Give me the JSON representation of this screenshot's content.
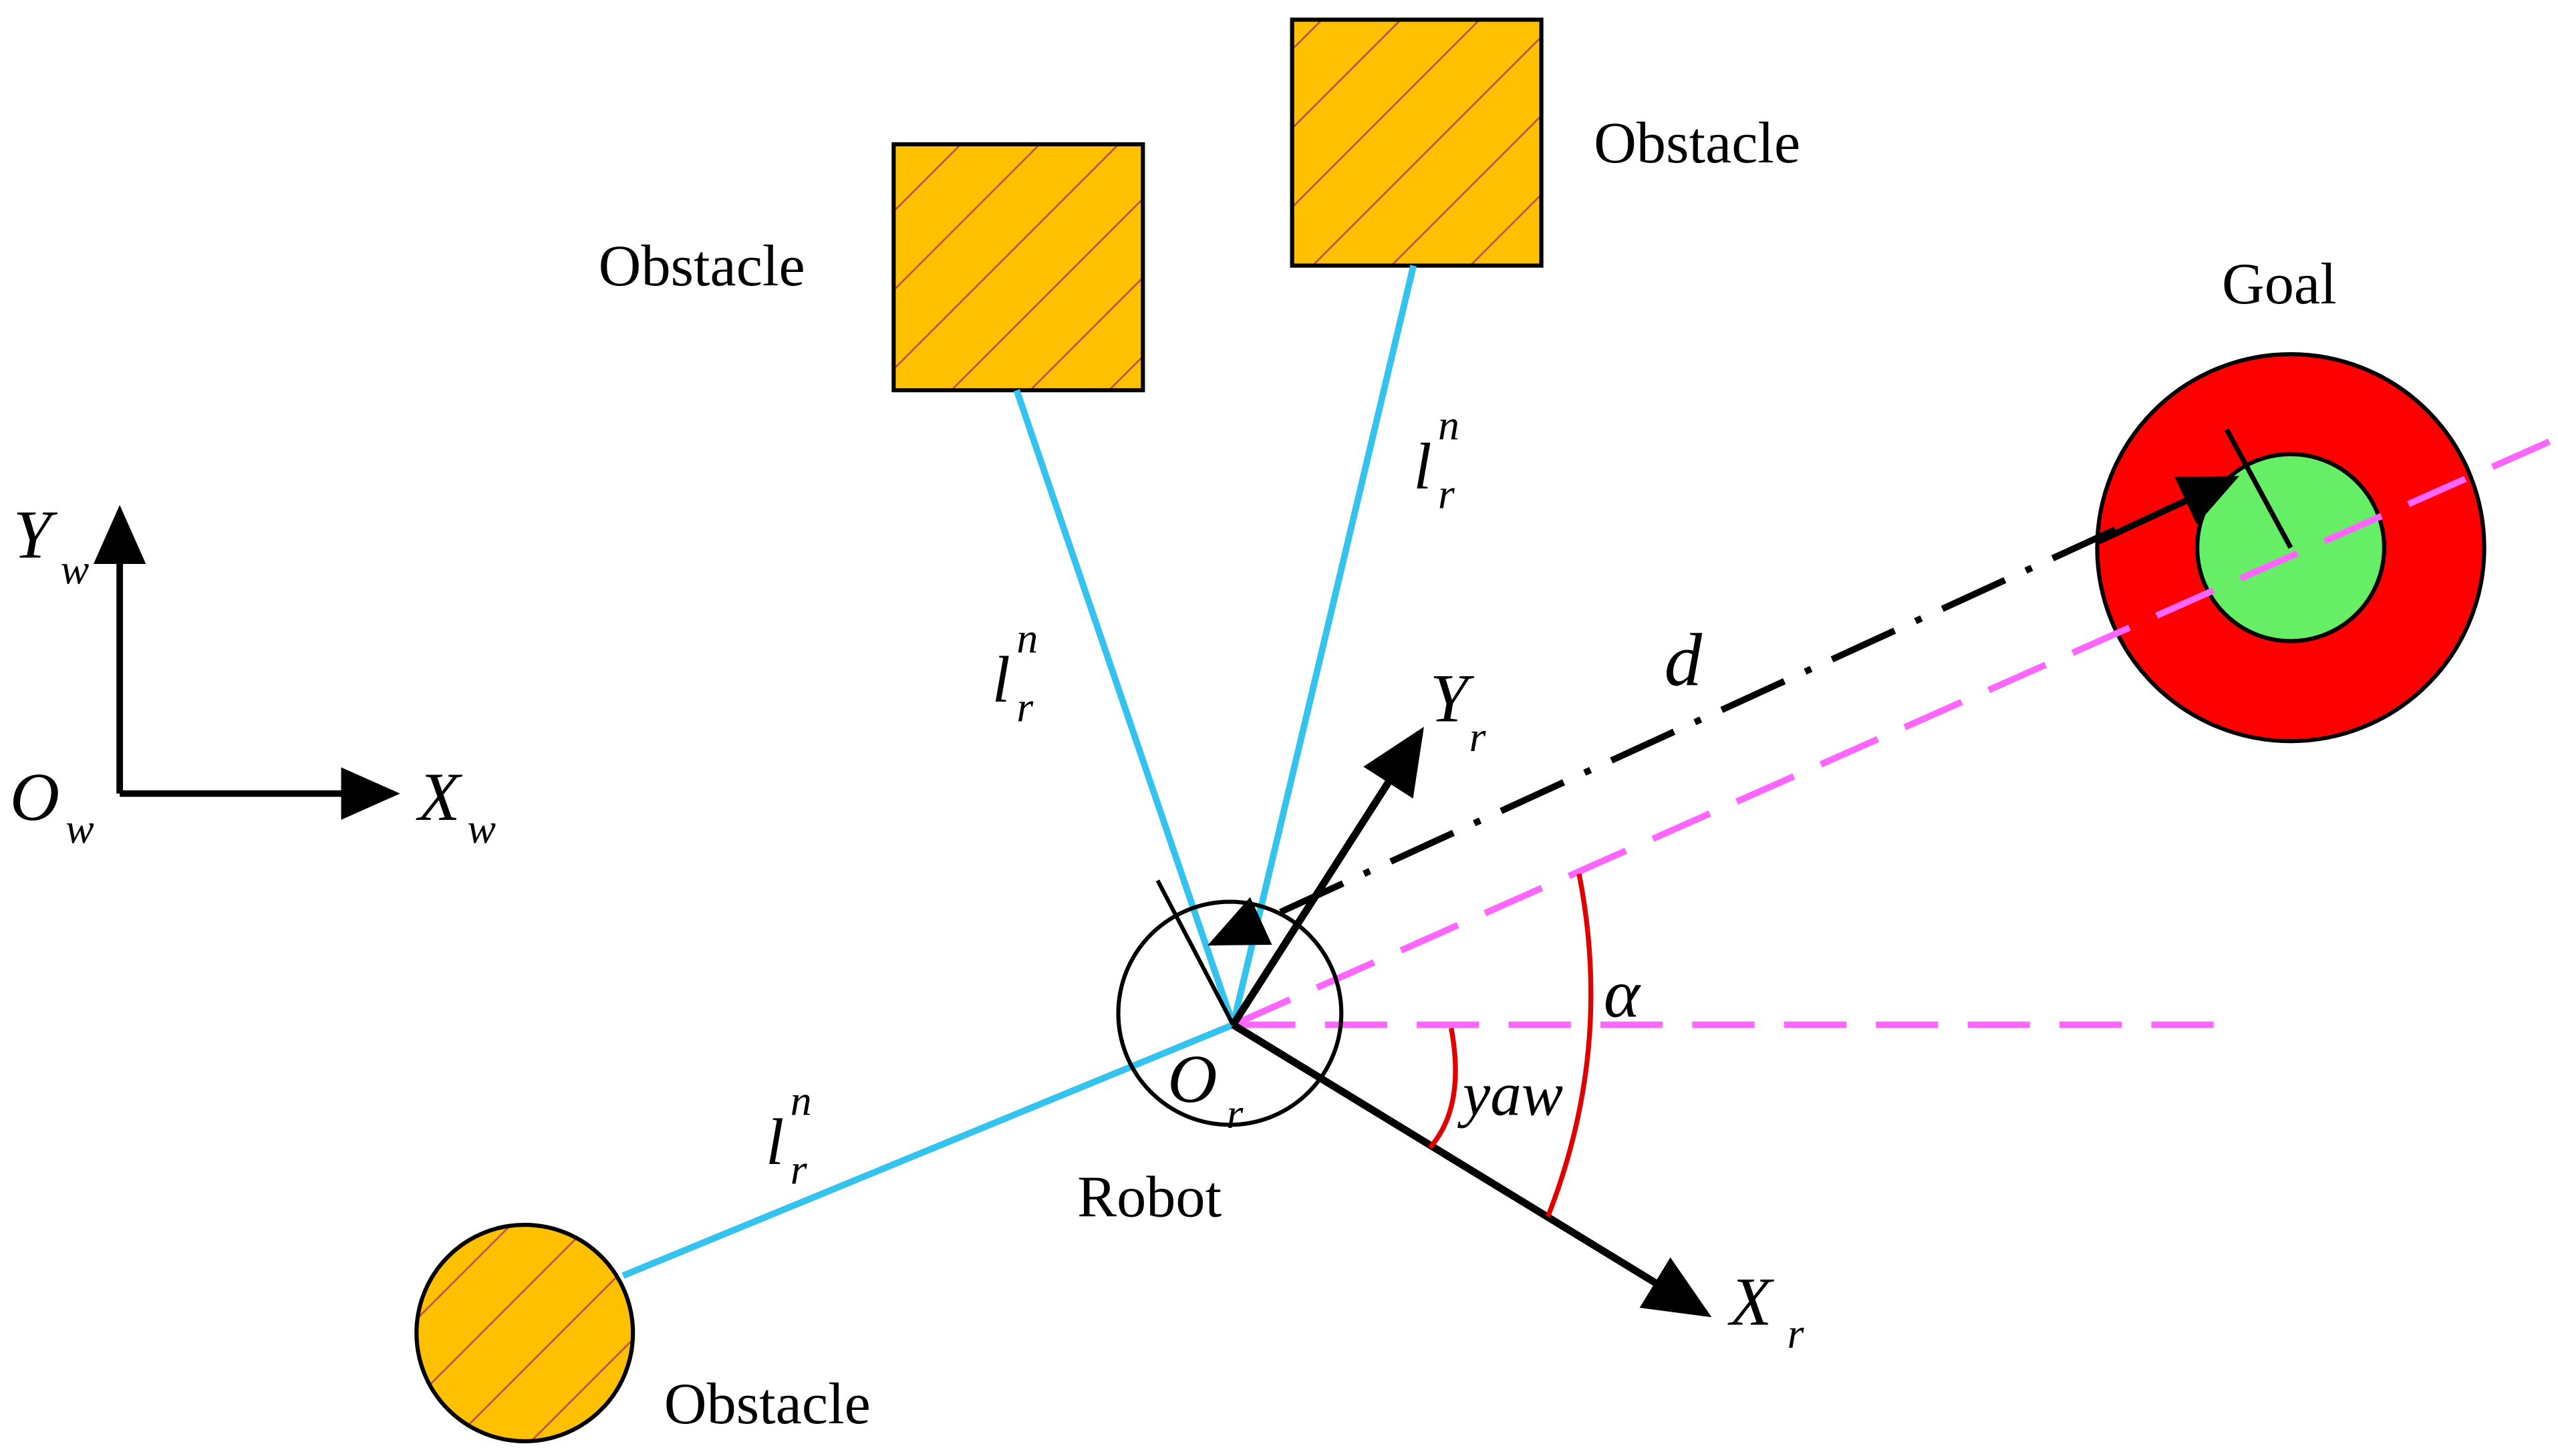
{
  "labels": {
    "obstacle_top_left": "Obstacle",
    "obstacle_top_right": "Obstacle",
    "obstacle_bottom": "Obstacle",
    "goal": "Goal",
    "robot": "Robot"
  },
  "math": {
    "yw_main": "Y",
    "yw_sub": "w",
    "xw_main": "X",
    "xw_sub": "w",
    "ow_main": "O",
    "ow_sub": "w",
    "yr_main": "Y",
    "yr_sub": "r",
    "xr_main": "X",
    "xr_sub": "r",
    "or_main": "O",
    "or_sub": "r",
    "l_main": "l",
    "l_sup": "n",
    "l_sub": "r",
    "d": "d",
    "alpha": "α",
    "yaw": "yaw"
  },
  "colors": {
    "obstacle_fill": "#FFC000",
    "obstacle_hatch": "#C0504D",
    "ray": "#33C3EE",
    "goal_outer": "#FF0000",
    "goal_inner": "#66EE66",
    "reference_dash": "#FF66FF",
    "angle_arc": "#E00000",
    "axis": "#000000"
  }
}
